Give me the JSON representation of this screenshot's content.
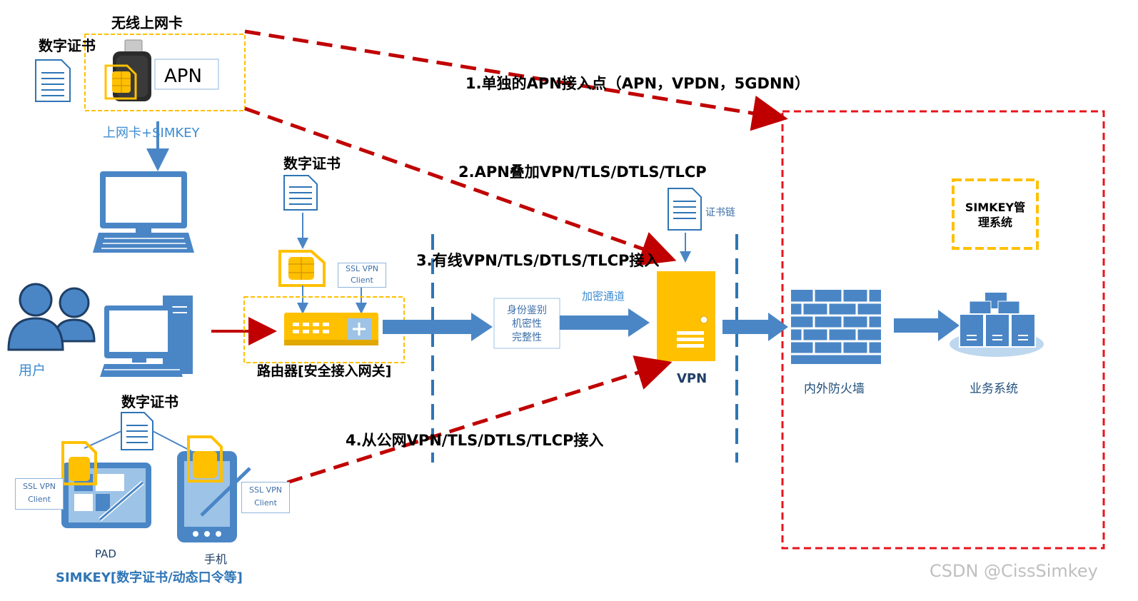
{
  "labels": {
    "wireless_card": "无线上网卡",
    "cert_top": "数字证书",
    "apn": "APN",
    "card_simkey": "上网卡+SIMKEY",
    "user": "用户",
    "cert_router": "数字证书",
    "ssl_router_1": "SSL VPN",
    "ssl_router_2": "Client",
    "router": "路由器[安全接入网关]",
    "auth_1": "身份鉴别",
    "auth_2": "机密性",
    "auth_3": "完整性",
    "encrypted_channel": "加密通道",
    "cert_chain": "证书链",
    "vpn": "VPN",
    "firewall": "内外防火墙",
    "business": "业务系统",
    "simkey_mgmt_1": "SIMKEY管",
    "simkey_mgmt_2": "理系统",
    "cert_mobile": "数字证书",
    "ssl_pad_1": "SSL VPN",
    "ssl_pad_2": "Client",
    "ssl_phone_1": "SSL VPN",
    "ssl_phone_2": "Client",
    "pad": "PAD",
    "phone": "手机",
    "simkey_bottom": "SIMKEY[数字证书/动态口令等]",
    "watermark": "CSDN @CissSimkey"
  },
  "paths": {
    "p1": "1.单独的APN接入点（APN，VPDN，5GDNN）",
    "p2": "2.APN叠加VPN/TLS/DTLS/TLCP",
    "p3": "3.有线VPN/TLS/DTLS/TLCP接入",
    "p4": "4.从公网VPN/TLS/DTLS/TLCP接入"
  },
  "colors": {
    "accent_blue": "#4a86c6",
    "gold": "#ffc000",
    "red_dash": "#c00000"
  }
}
